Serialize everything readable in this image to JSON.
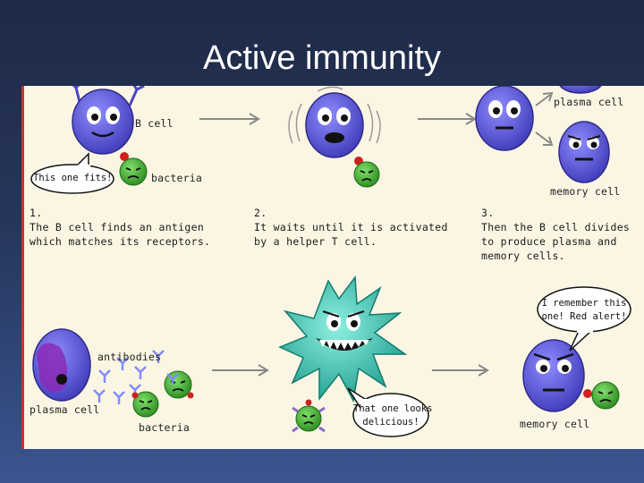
{
  "slide": {
    "title": "Active immunity"
  },
  "labels": {
    "b_cell": "B cell",
    "bacteria_top": "bacteria",
    "plasma_cell_top": "plasma cell",
    "memory_cell_top": "memory cell",
    "antibodies": "antibodies",
    "plasma_cell_bottom": "plasma cell",
    "bacteria_bottom": "bacteria",
    "memory_cell_bottom": "memory cell"
  },
  "bubbles": {
    "this_one_fits": "This one fits!",
    "delicious_line1": "That one looks",
    "delicious_line2": "delicious!",
    "remember_line1": "I remember this",
    "remember_line2": "one! Red alert!"
  },
  "steps": [
    {
      "num": "1.",
      "line1": "The B cell finds an antigen",
      "line2": "which matches its receptors.",
      "line3": ""
    },
    {
      "num": "2.",
      "line1": "It waits until it is activated",
      "line2": "by a helper T cell.",
      "line3": ""
    },
    {
      "num": "3.",
      "line1": "Then the B cell divides",
      "line2": "to produce plasma and",
      "line3": "memory cells."
    }
  ],
  "colors": {
    "cell_purple": "#5a55d6",
    "bacteria_green": "#3faa2e",
    "helper_cell_teal": "#36c2b0",
    "background_panel": "#fbf6e3",
    "slide_background": "#26355a"
  }
}
